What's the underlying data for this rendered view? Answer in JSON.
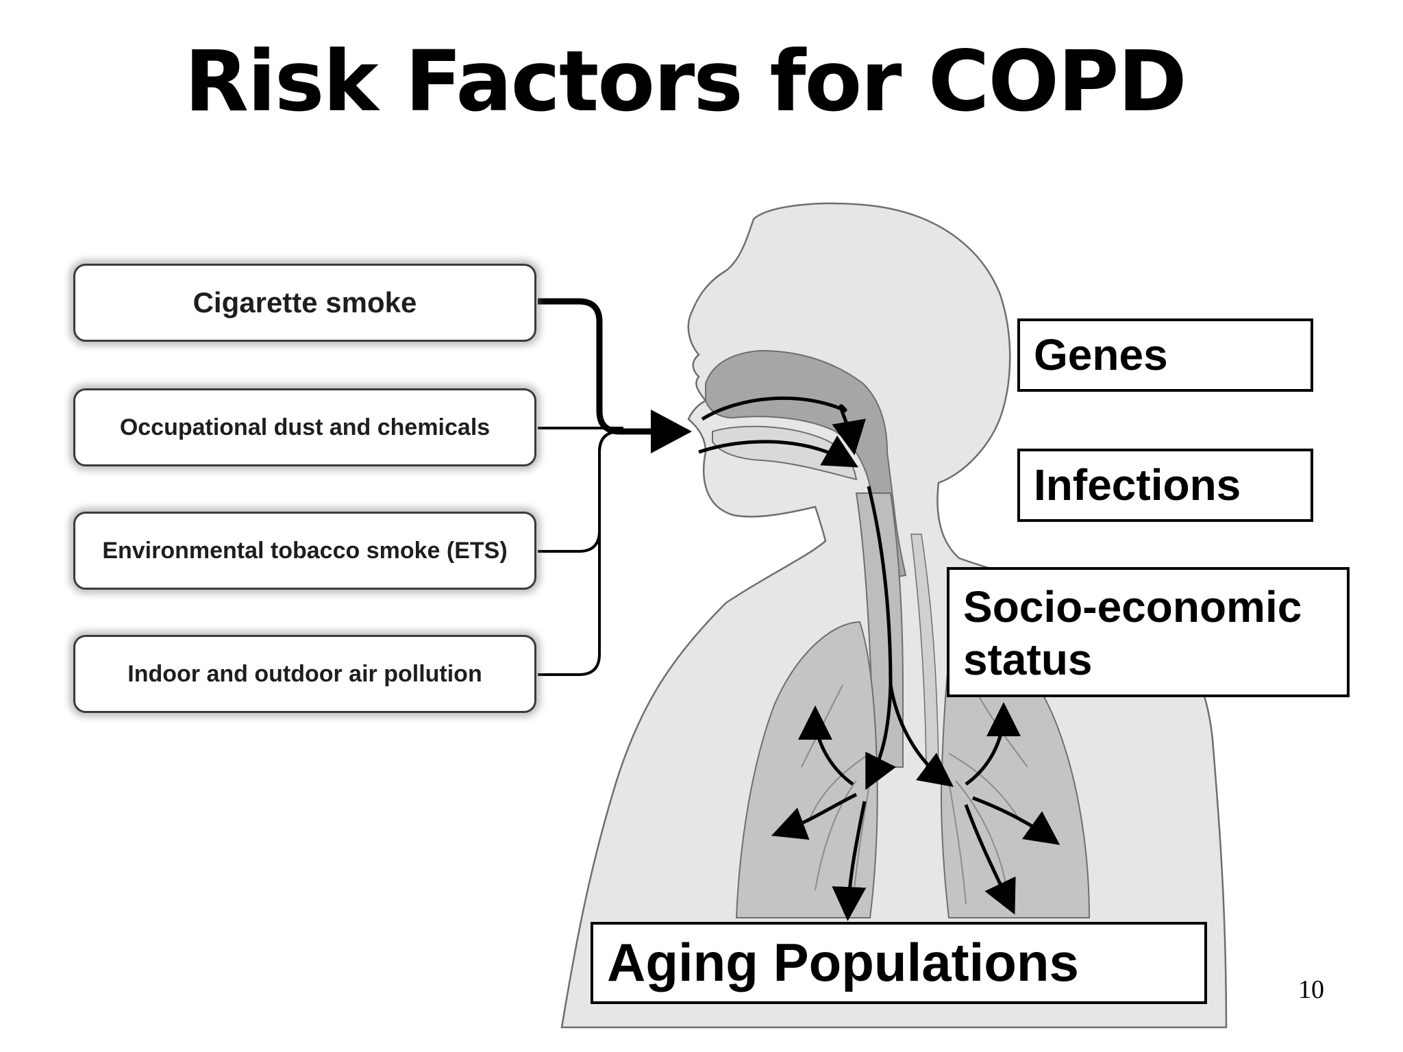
{
  "title": "Risk Factors for COPD",
  "exposures": [
    {
      "label": "Cigarette smoke"
    },
    {
      "label": "Occupational dust and chemicals"
    },
    {
      "label": "Environmental tobacco smoke (ETS)"
    },
    {
      "label": "Indoor and outdoor air pollution"
    }
  ],
  "host_factors": {
    "genes": "Genes",
    "infections": "Infections",
    "socio_economic": "Socio-economic status",
    "aging": "Aging Populations"
  },
  "page_number": "10",
  "colors": {
    "body_fill": "#e6e6e6",
    "airway_fill": "#a6a6a6",
    "lung_fill": "#c4c4c4",
    "outline": "#6e6e6e",
    "arrow": "#000000"
  }
}
